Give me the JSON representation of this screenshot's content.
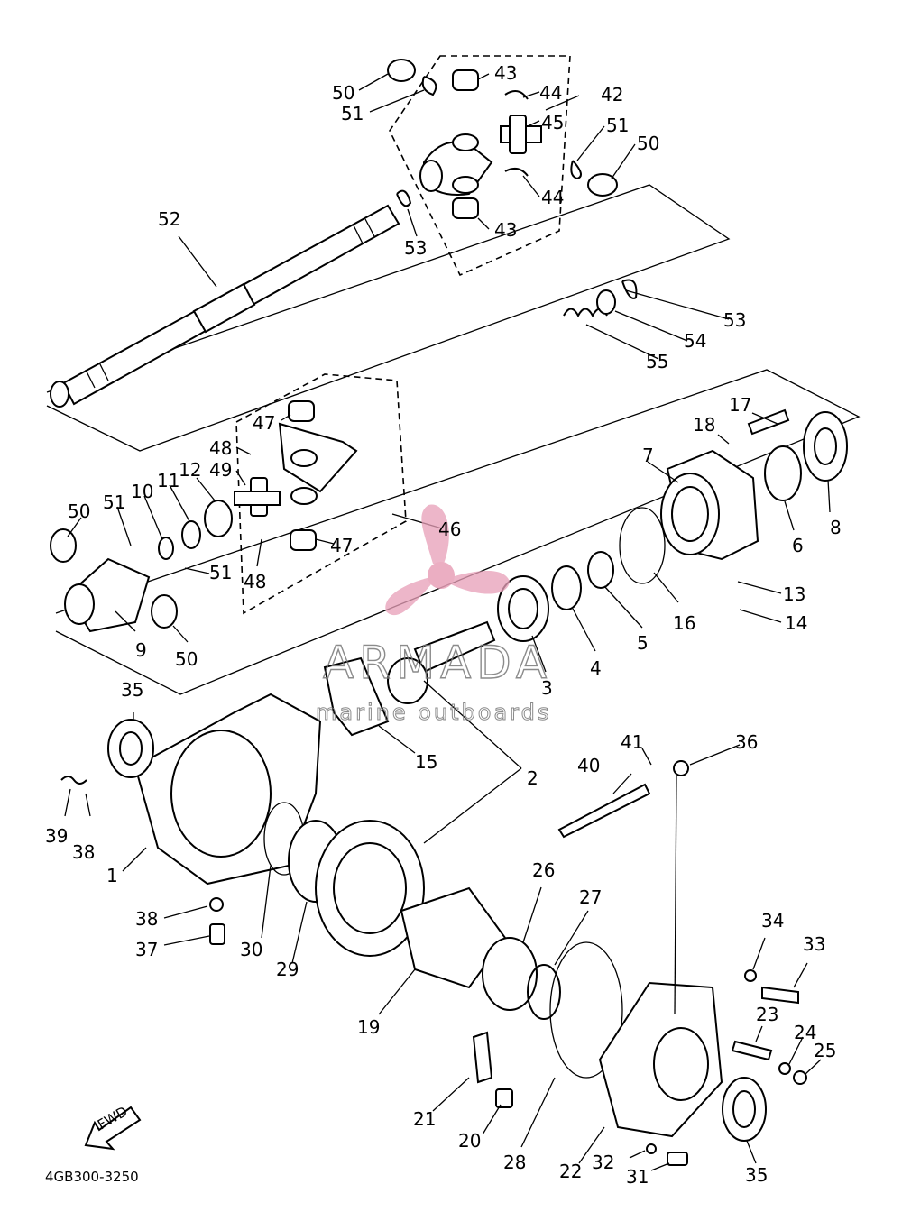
{
  "diagram_code": "4GB300-3250",
  "fwd_label": "FWD",
  "watermark": {
    "brand": "ARMADA",
    "tagline": "marine outboards",
    "color": "#e8a0b8"
  },
  "part_labels": [
    "50",
    "51",
    "43",
    "44",
    "42",
    "45",
    "51",
    "50",
    "44",
    "53",
    "43",
    "52",
    "53",
    "54",
    "55",
    "17",
    "18",
    "8",
    "7",
    "6",
    "47",
    "48",
    "49",
    "12",
    "11",
    "10",
    "51",
    "50",
    "51",
    "48",
    "47",
    "46",
    "16",
    "13",
    "14",
    "5",
    "4",
    "9",
    "50",
    "3",
    "35",
    "15",
    "2",
    "36",
    "41",
    "40",
    "39",
    "38",
    "1",
    "38",
    "37",
    "30",
    "29",
    "26",
    "27",
    "34",
    "33",
    "23",
    "24",
    "25",
    "19",
    "21",
    "20",
    "28",
    "22",
    "32",
    "31",
    "35"
  ]
}
